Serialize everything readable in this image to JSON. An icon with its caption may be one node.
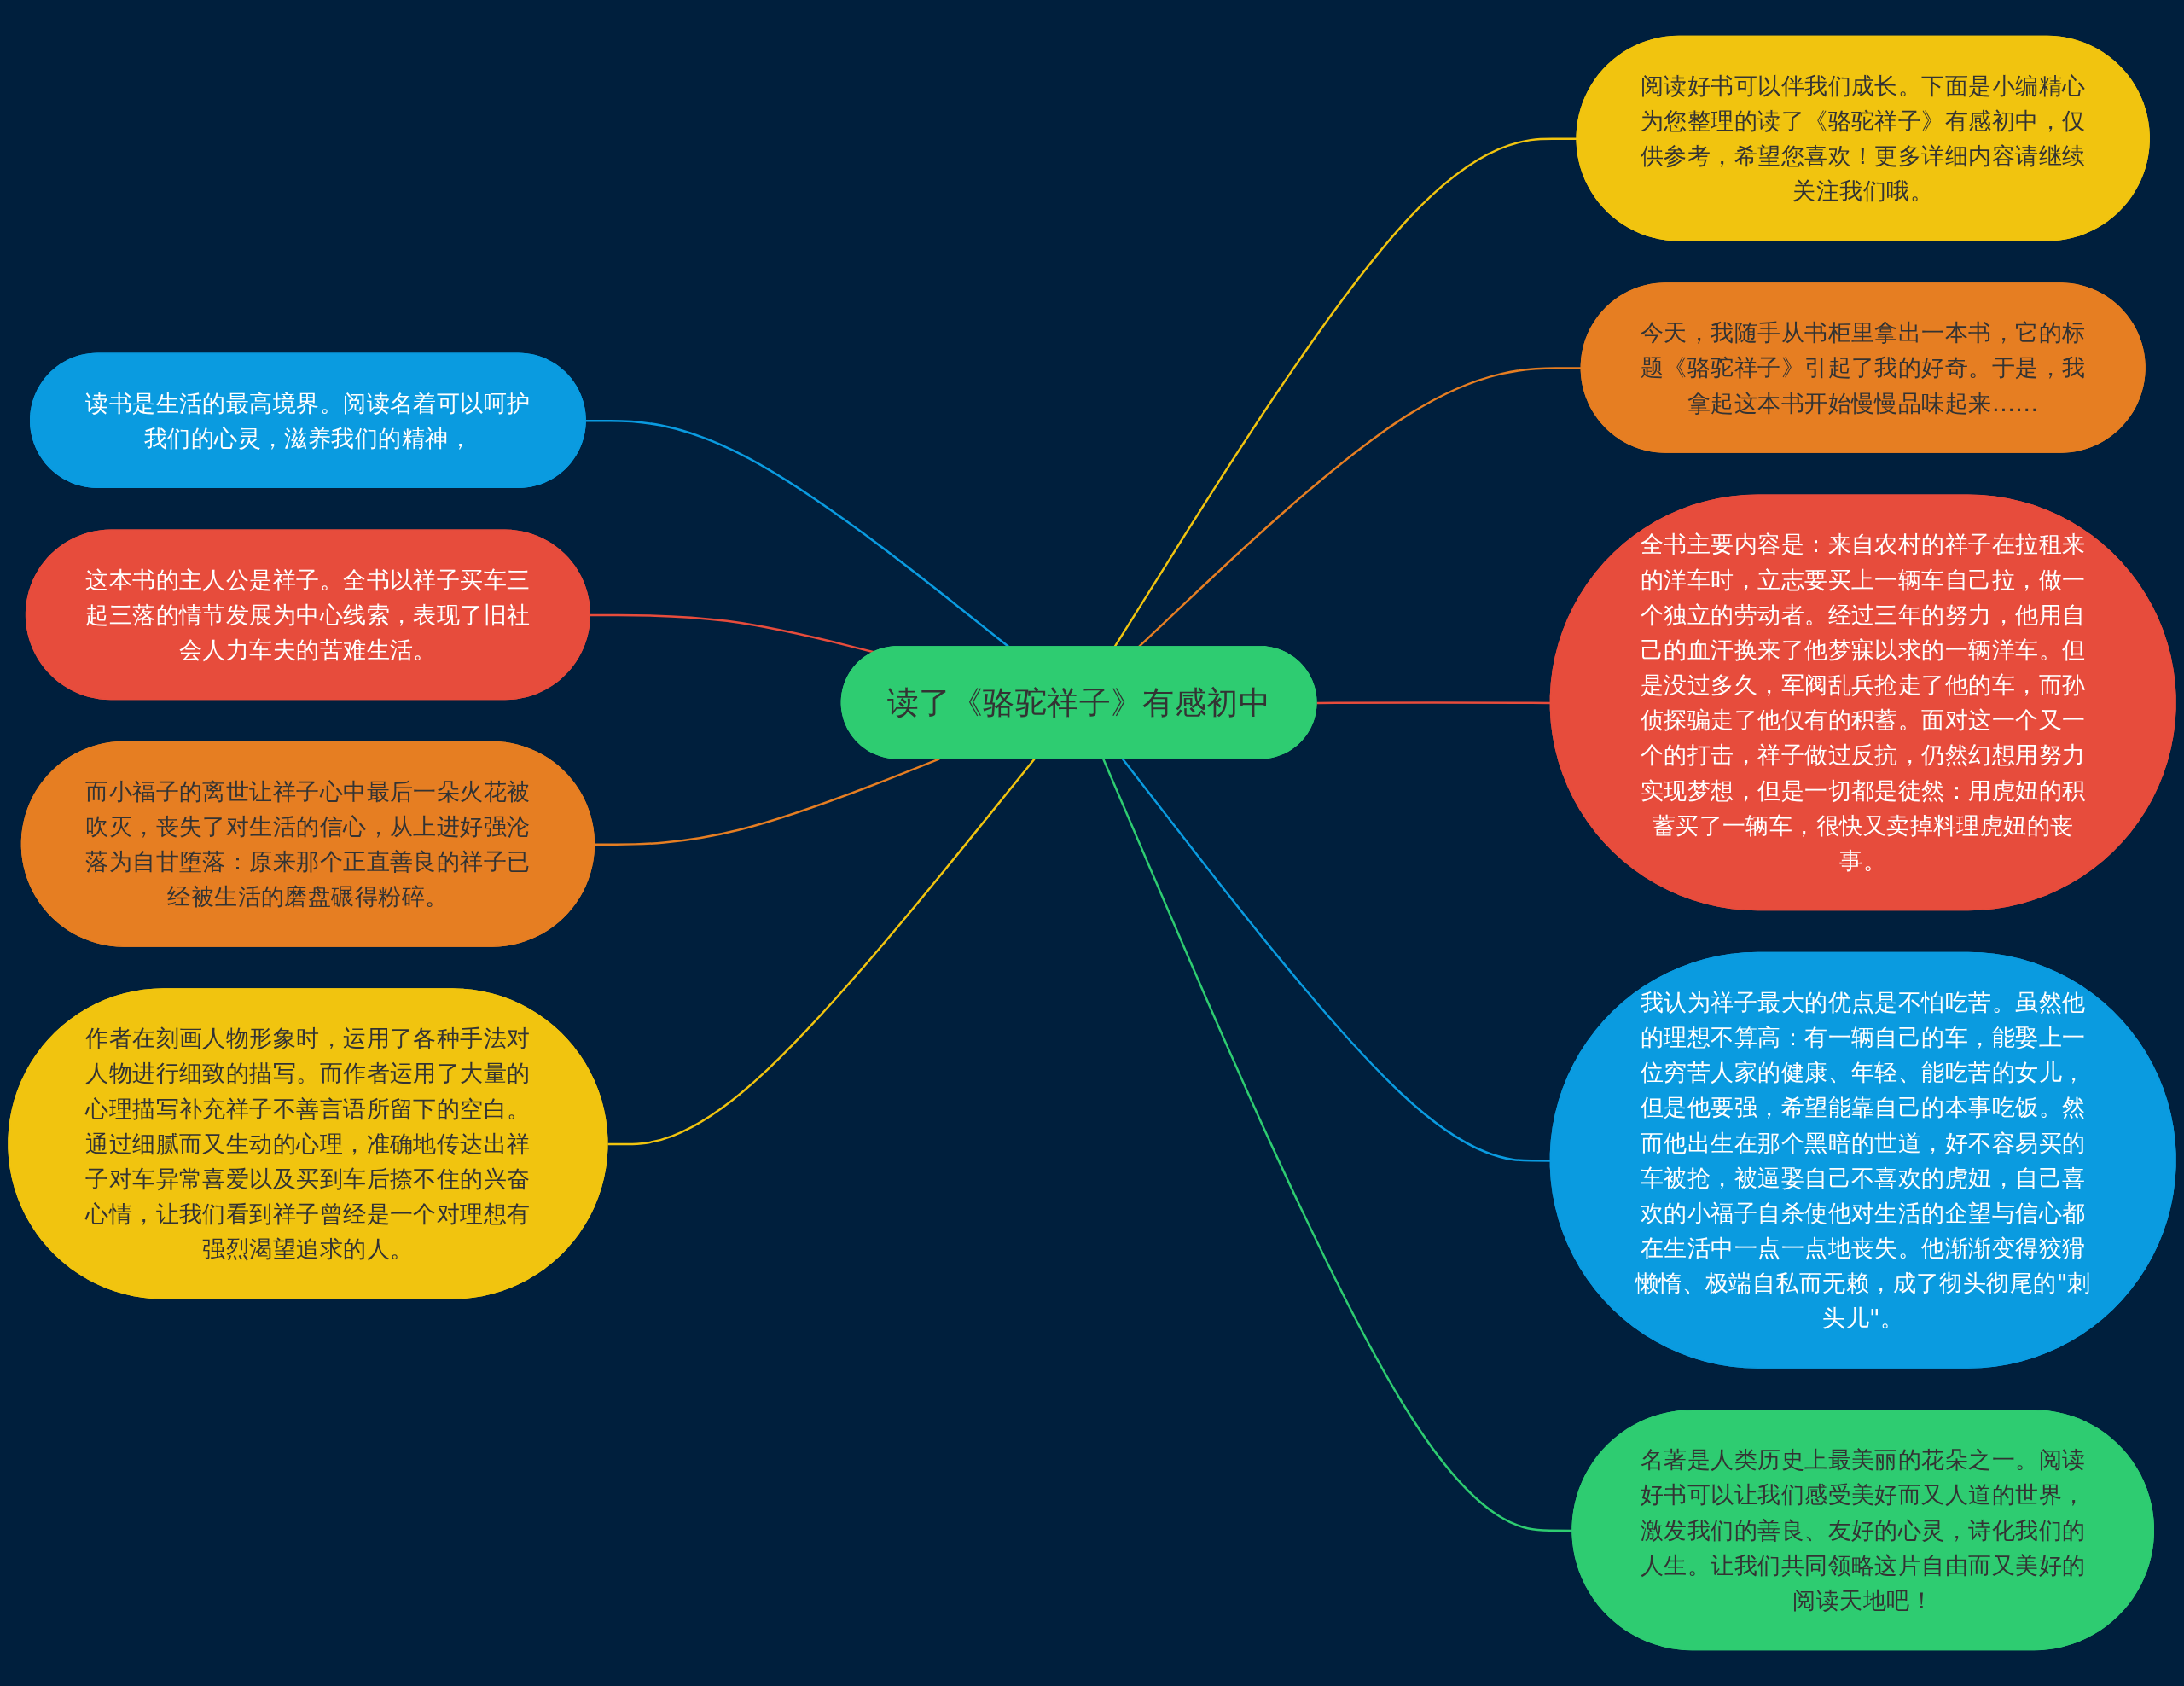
{
  "diagram": {
    "nodes": [
      {
        "text": [
          "读了《骆驼祥子》有感初中"
        ]
      },
      {
        "text": [
          "阅读好书可以伴我们成长。下面是小编精心为您整理的读了《骆驼祥子》有感初中，仅供参考，希望您喜欢！更多详细内容请继续关注我们哦。"
        ]
      },
      {
        "text": [
          "今天，我随手从书柜里拿出一本书，它的标题《骆驼祥子》引起了我的好奇。于是，我拿起这本书开始慢慢品味起来……"
        ]
      },
      {
        "text": [
          "全书主要内容是：来自农村的祥子在拉租来的洋车时，立志要买上一辆车自己拉，做一个独立的劳动者。经过三年的努力，他用自己的血汗换来了他梦寐以求的一辆洋车。但是没过多久，军阀乱兵抢走了他的车，而孙侦探骗走了他仅有的积蓄。面对这一个又一个的打击，祥子做过反抗，仍然幻想用努力实现梦想，但是一切都是徒然：用虎妞的积蓄买了一辆车，很快又卖掉料理虎妞的丧事。"
        ]
      },
      {
        "text": [
          "我认为祥子最大的优点是不怕吃苦。虽然他的理想不算高：有一辆自己的车，能娶上一位穷苦人家的健康、年轻、能吃苦的女儿，但是他要强，希望能靠自己的本事吃饭。然而他出生在那个黑暗的世道，好不容易买的车被抢，被逼娶自己不喜欢的虎妞，自己喜欢的小福子自杀使他对生活的企望与信心都在生活中一点一点地丧失。他渐渐变得狡猾懒惰、极端自私而无赖，成了彻头彻尾的\"刺头儿\"。"
        ]
      },
      {
        "text": [
          "名著是人类历史上最美丽的花朵之一。阅读好书可以让我们感受美好而又人道的世界，激发我们的善良、友好的心灵，诗化我们的人生。让我们共同领略这片自由而又美好的阅读天地吧！"
        ]
      },
      {
        "text": [
          "读书是生活的最高境界。阅读名着可以呵护我们的心灵，滋养我们的精神，"
        ]
      },
      {
        "text": [
          "这本书的主人公是祥子。全书以祥子买车三起三落的情节发展为中心线索，表现了旧社会人力车夫的苦难生活。"
        ]
      },
      {
        "text": [
          "而小福子的离世让祥子心中最后一朵火花被吹灭，丧失了对生活的信心，从上进好强沦落为自甘堕落：原来那个正直善良的祥子已经被生活的磨盘碾得粉碎。"
        ]
      },
      {
        "text": [
          "作者在刻画人物形象时，运用了各种手法对人物进行细致的描写。而作者运用了大量的心理描写补充祥子不善言语所留下的空白。通过细腻而又生动的心理，准确地传达出祥子对车异常喜爱以及买到车后捺不住的兴奋心情，让我们看到祥子曾经是一个对理想有强烈渴望追求的人。"
        ]
      }
    ],
    "edges": [
      {
        "from": 0,
        "to": 1,
        "arrow": "none",
        "color": "#f1c40f"
      },
      {
        "from": 0,
        "to": 2,
        "arrow": "none",
        "color": "#e67e22"
      },
      {
        "from": 0,
        "to": 3,
        "arrow": "none",
        "color": "#e74c3c"
      },
      {
        "from": 0,
        "to": 4,
        "arrow": "none",
        "color": "#0a9be0"
      },
      {
        "from": 0,
        "to": 5,
        "arrow": "none",
        "color": "#2ecc71"
      },
      {
        "from": 0,
        "to": 6,
        "arrow": "none",
        "color": "#0a9be0"
      },
      {
        "from": 0,
        "to": 7,
        "arrow": "none",
        "color": "#e74c3c"
      },
      {
        "from": 0,
        "to": 8,
        "arrow": "none",
        "color": "#e67e22"
      },
      {
        "from": 0,
        "to": 9,
        "arrow": "none",
        "color": "#f1c40f"
      }
    ]
  }
}
